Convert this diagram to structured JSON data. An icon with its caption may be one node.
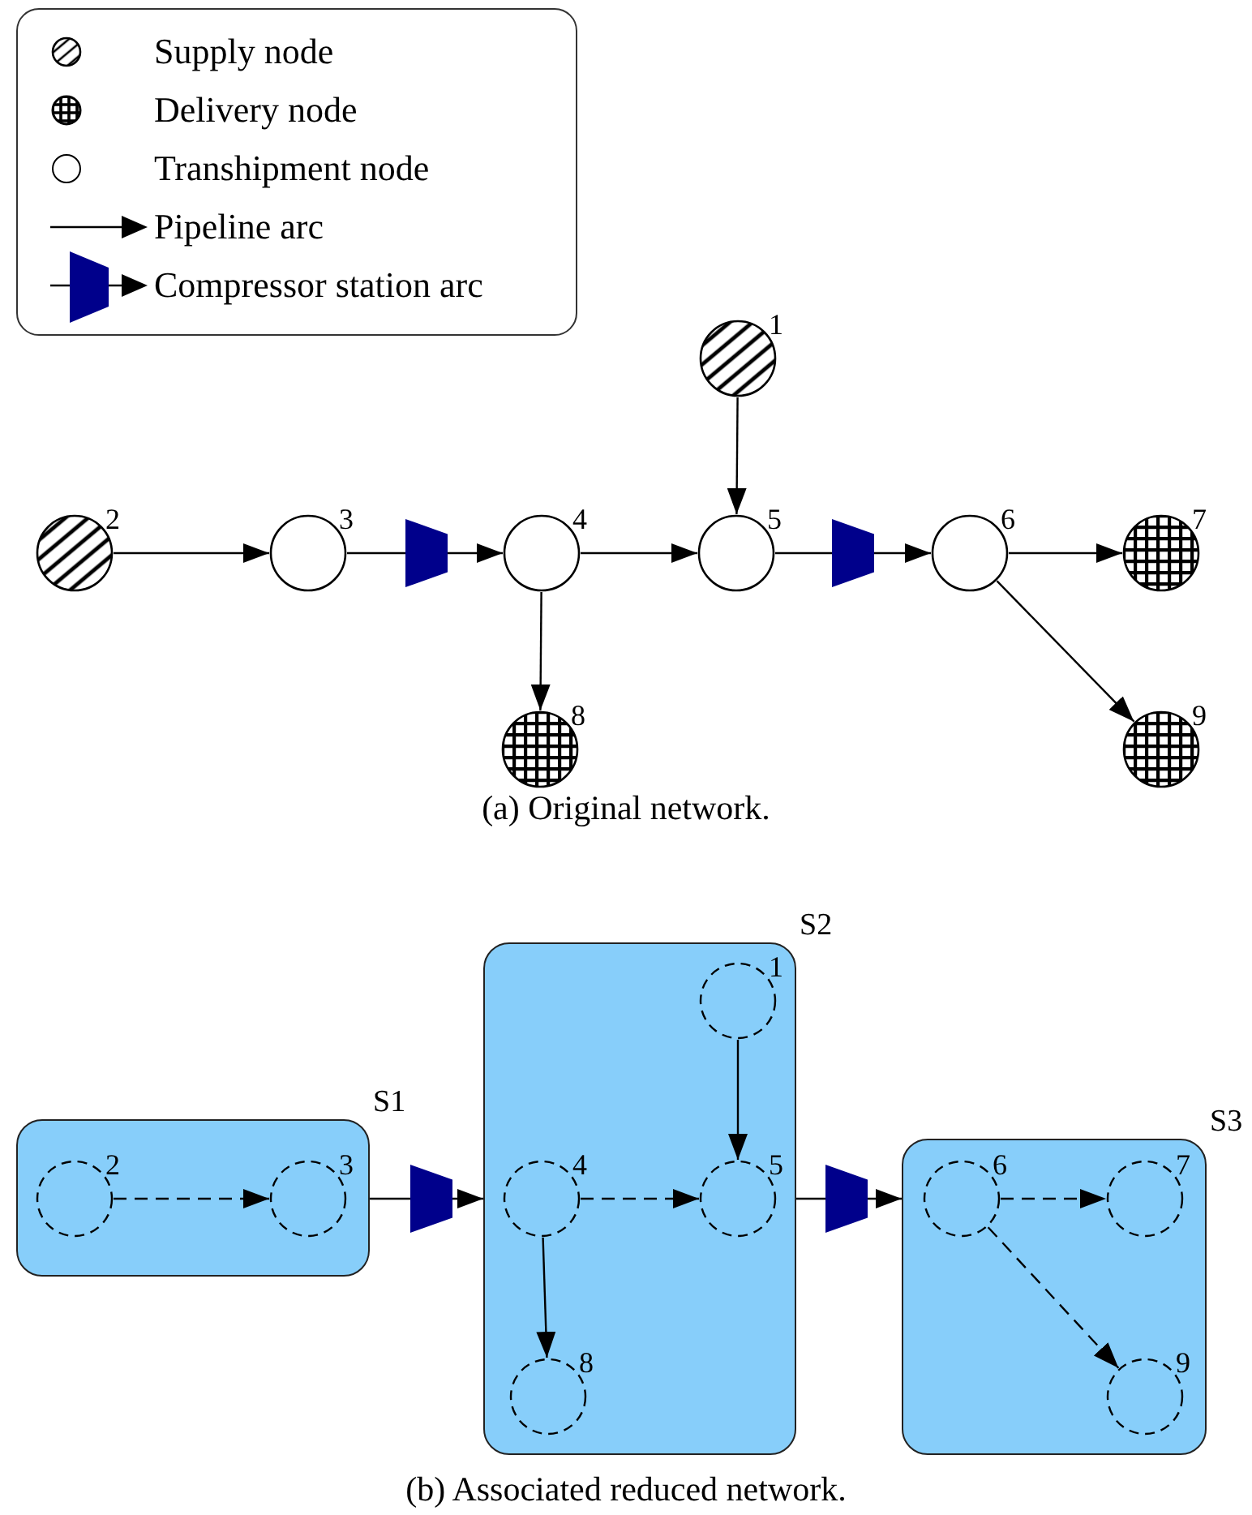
{
  "diagram": {
    "nodes": [
      {
        "text": [],
        "shape": "hatched-circle",
        "beside": [
          "1"
        ]
      },
      {
        "text": [],
        "shape": "hatched-circle",
        "beside": [
          "2"
        ]
      },
      {
        "text": [],
        "shape": "circle",
        "beside": [
          "3"
        ]
      },
      {
        "text": [],
        "shape": "trapezoid"
      },
      {
        "text": [],
        "shape": "circle",
        "beside": [
          "4"
        ]
      },
      {
        "text": [],
        "shape": "circle",
        "beside": [
          "5"
        ]
      },
      {
        "text": [],
        "shape": "trapezoid"
      },
      {
        "text": [],
        "shape": "circle",
        "beside": [
          "6"
        ]
      },
      {
        "text": [],
        "shape": "grid-circle",
        "beside": [
          "7"
        ]
      },
      {
        "text": [],
        "shape": "grid-circle",
        "beside": [
          "8"
        ]
      },
      {
        "text": [],
        "shape": "grid-circle",
        "beside": [
          "9"
        ]
      },
      {
        "text": [],
        "shape": "box",
        "beside": [
          "S1"
        ]
      },
      {
        "text": [],
        "shape": "dashed-circle",
        "beside": [
          "2"
        ],
        "in": 11
      },
      {
        "text": [],
        "shape": "dashed-circle",
        "beside": [
          "3"
        ],
        "in": 11
      },
      {
        "text": [],
        "shape": "trapezoid"
      },
      {
        "text": [],
        "shape": "box",
        "beside": [
          "S2"
        ]
      },
      {
        "text": [],
        "shape": "dashed-circle",
        "beside": [
          "1"
        ],
        "in": 15
      },
      {
        "text": [],
        "shape": "dashed-circle",
        "beside": [
          "4"
        ],
        "in": 15
      },
      {
        "text": [],
        "shape": "dashed-circle",
        "beside": [
          "5"
        ],
        "in": 15
      },
      {
        "text": [],
        "shape": "dashed-circle",
        "beside": [
          "8"
        ],
        "in": 15
      },
      {
        "text": [],
        "shape": "trapezoid"
      },
      {
        "text": [],
        "shape": "box",
        "beside": [
          "S3"
        ]
      },
      {
        "text": [],
        "shape": "dashed-circle",
        "beside": [
          "6"
        ],
        "in": 21
      },
      {
        "text": [],
        "shape": "dashed-circle",
        "beside": [
          "7"
        ],
        "in": 21
      },
      {
        "text": [],
        "shape": "dashed-circle",
        "beside": [
          "9"
        ],
        "in": 21
      }
    ],
    "edges": [
      {
        "from": 0,
        "to": 5,
        "arrow": "to"
      },
      {
        "from": 1,
        "to": 2,
        "arrow": "to"
      },
      {
        "from": 2,
        "to": 3,
        "arrow": "none"
      },
      {
        "from": 3,
        "to": 4,
        "arrow": "to"
      },
      {
        "from": 4,
        "to": 5,
        "arrow": "to"
      },
      {
        "from": 5,
        "to": 6,
        "arrow": "none"
      },
      {
        "from": 6,
        "to": 7,
        "arrow": "to"
      },
      {
        "from": 7,
        "to": 8,
        "arrow": "to"
      },
      {
        "from": 7,
        "to": 10,
        "arrow": "to"
      },
      {
        "from": 4,
        "to": 9,
        "arrow": "to"
      },
      {
        "from": 12,
        "to": 13,
        "arrow": "to",
        "style": "dashed"
      },
      {
        "from": 11,
        "to": 14,
        "arrow": "none"
      },
      {
        "from": 14,
        "to": 15,
        "arrow": "to"
      },
      {
        "from": 16,
        "to": 18,
        "arrow": "to"
      },
      {
        "from": 17,
        "to": 18,
        "arrow": "to",
        "style": "dashed"
      },
      {
        "from": 17,
        "to": 19,
        "arrow": "to"
      },
      {
        "from": 15,
        "to": 20,
        "arrow": "none"
      },
      {
        "from": 20,
        "to": 21,
        "arrow": "to"
      },
      {
        "from": 22,
        "to": 23,
        "arrow": "to",
        "style": "dashed"
      },
      {
        "from": 22,
        "to": 24,
        "arrow": "to",
        "style": "dashed"
      }
    ],
    "labels": [
      "(a) Original network.",
      "(b) Associated reduced network."
    ],
    "legend": [
      {
        "text": "Supply node"
      },
      {
        "text": "Delivery node"
      },
      {
        "text": "Transhipment node"
      },
      {
        "text": "Pipeline arc"
      },
      {
        "text": "Compressor station arc"
      }
    ]
  }
}
